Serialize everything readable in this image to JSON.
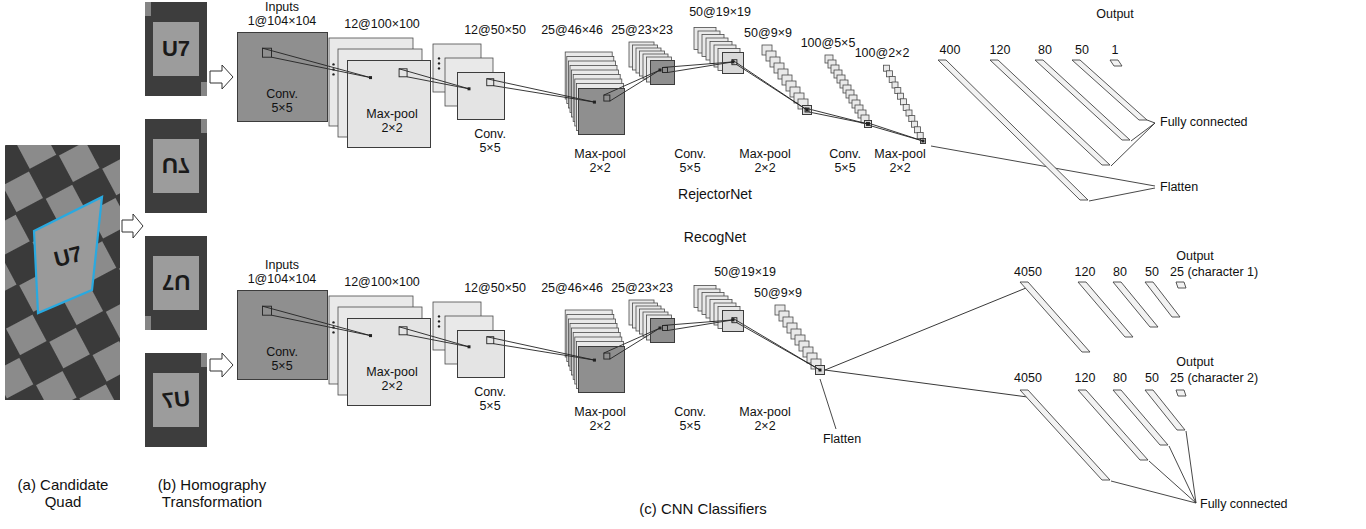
{
  "diagram": {
    "nodes": [
      {
        "text": [
          "Inputs 1@104×104",
          "Conv. 5×5"
        ]
      },
      {
        "text": [
          "12@100×100",
          "Max-pool 2×2"
        ]
      },
      {
        "text": [
          "12@50×50",
          "Conv. 5×5"
        ]
      },
      {
        "text": [
          "25@46×46",
          "Max-pool 2×2"
        ]
      },
      {
        "text": [
          "25@23×23",
          "Conv. 5×5"
        ]
      },
      {
        "text": [
          "50@19×19",
          "Max-pool 2×2"
        ]
      },
      {
        "text": [
          "50@9×9",
          "Conv. 5×5"
        ]
      },
      {
        "text": [
          "100@5×5",
          "Max-pool 2×2"
        ]
      },
      {
        "text": [
          "100@2×2"
        ]
      },
      {
        "text": [
          "400"
        ]
      },
      {
        "text": [
          "120"
        ]
      },
      {
        "text": [
          "80"
        ]
      },
      {
        "text": [
          "50"
        ]
      },
      {
        "text": [
          "Output",
          "1"
        ]
      },
      {
        "text": [
          "Inputs 1@104×104",
          "Conv. 5×5"
        ]
      },
      {
        "text": [
          "12@100×100",
          "Max-pool 2×2"
        ]
      },
      {
        "text": [
          "12@50×50",
          "Conv. 5×5"
        ]
      },
      {
        "text": [
          "25@46×46",
          "Max-pool 2×2"
        ]
      },
      {
        "text": [
          "25@23×23",
          "Conv. 5×5"
        ]
      },
      {
        "text": [
          "50@19×19",
          "Max-pool 2×2"
        ]
      },
      {
        "text": [
          "50@9×9"
        ]
      },
      {
        "text": [
          "4050"
        ]
      },
      {
        "text": [
          "120"
        ]
      },
      {
        "text": [
          "80"
        ]
      },
      {
        "text": [
          "50"
        ]
      },
      {
        "text": [
          "Output",
          "25 (character 1)"
        ]
      },
      {
        "text": [
          "4050"
        ]
      },
      {
        "text": [
          "120"
        ]
      },
      {
        "text": [
          "80"
        ]
      },
      {
        "text": [
          "50"
        ]
      },
      {
        "text": [
          "Output",
          "25 (character 2)"
        ]
      }
    ],
    "edges": [
      {
        "from": 0,
        "to": 1,
        "arrow": "none"
      },
      {
        "from": 1,
        "to": 2,
        "arrow": "none"
      },
      {
        "from": 2,
        "to": 3,
        "arrow": "none"
      },
      {
        "from": 3,
        "to": 4,
        "arrow": "none"
      },
      {
        "from": 4,
        "to": 5,
        "arrow": "none"
      },
      {
        "from": 5,
        "to": 6,
        "arrow": "none"
      },
      {
        "from": 6,
        "to": 7,
        "arrow": "none"
      },
      {
        "from": 7,
        "to": 8,
        "arrow": "none"
      },
      {
        "from": 14,
        "to": 15,
        "arrow": "none"
      },
      {
        "from": 15,
        "to": 16,
        "arrow": "none"
      },
      {
        "from": 16,
        "to": 17,
        "arrow": "none"
      },
      {
        "from": 17,
        "to": 18,
        "arrow": "none"
      },
      {
        "from": 18,
        "to": 19,
        "arrow": "none"
      },
      {
        "from": 19,
        "to": 20,
        "arrow": "none"
      },
      {
        "from": 20,
        "to": 21,
        "arrow": "none"
      },
      {
        "from": 20,
        "to": 26,
        "arrow": "none"
      }
    ],
    "labels": [
      "U7",
      "U7",
      "U7",
      "U7",
      "U7",
      "RejectorNet",
      "Fully connected",
      "Flatten",
      "RecogNet",
      "Flatten",
      "Fully connected",
      "(a) Candidate Quad",
      "(b) Homography Transformation",
      "(c) CNN Classifiers"
    ]
  }
}
